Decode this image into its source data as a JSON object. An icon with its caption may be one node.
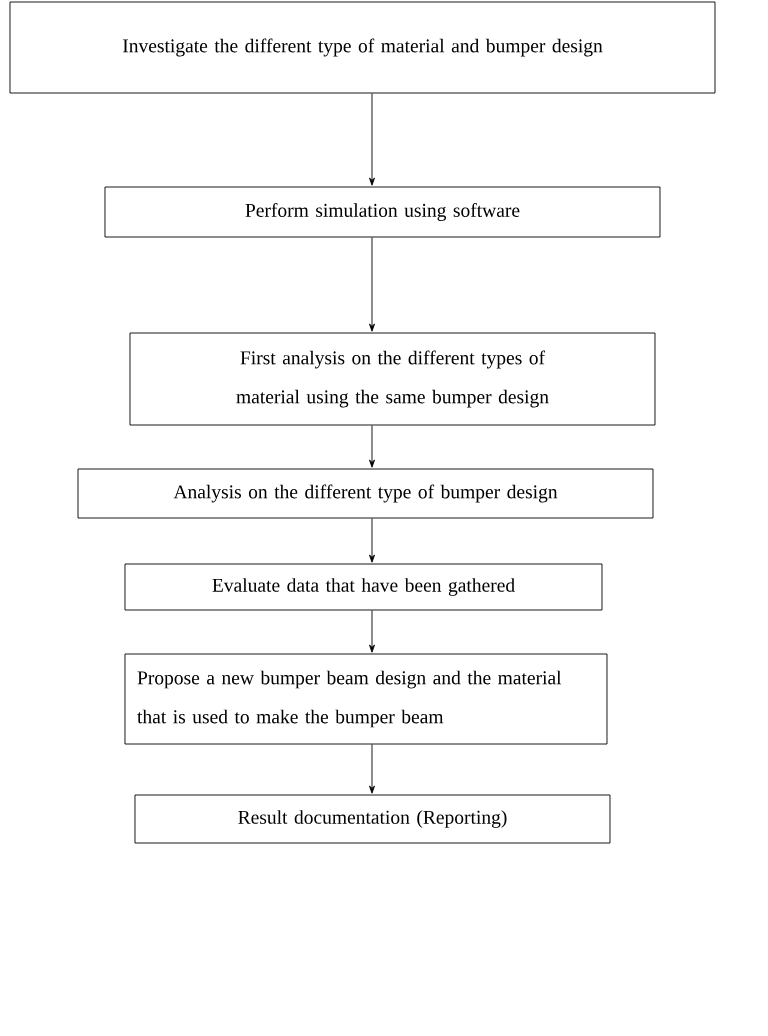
{
  "diagram": {
    "nodes": [
      {
        "text": [
          "Investigate the different type of material and bumper design"
        ]
      },
      {
        "text": [
          "Perform simulation using software"
        ]
      },
      {
        "text": [
          "First analysis on the different types of material using the same bumper design"
        ]
      },
      {
        "text": [
          "Analysis on the different type of bumper design"
        ]
      },
      {
        "text": [
          "Evaluate data that have been gathered"
        ]
      },
      {
        "text": [
          "Propose a new bumper beam design and the material that is used to make the bumper beam"
        ]
      },
      {
        "text": [
          "Result documentation (Reporting)"
        ]
      }
    ],
    "edges": [
      {
        "from": 0,
        "to": 1,
        "arrow": "to"
      },
      {
        "from": 1,
        "to": 2,
        "arrow": "to"
      },
      {
        "from": 2,
        "to": 3,
        "arrow": "to"
      },
      {
        "from": 3,
        "to": 4,
        "arrow": "to"
      },
      {
        "from": 4,
        "to": 5,
        "arrow": "to"
      },
      {
        "from": 5,
        "to": 6,
        "arrow": "to"
      }
    ]
  }
}
